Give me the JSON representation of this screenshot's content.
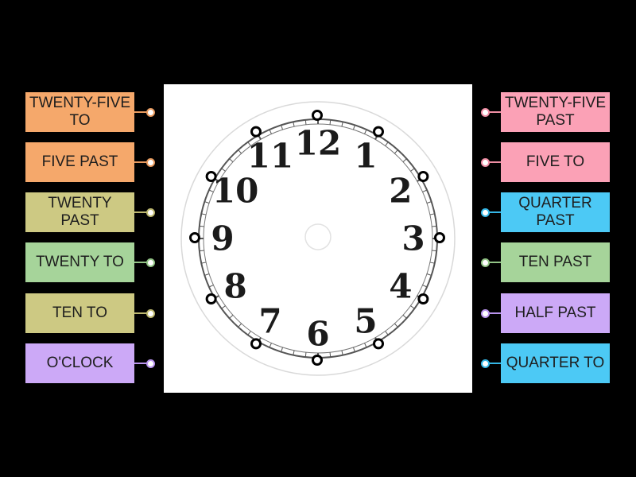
{
  "left_labels": [
    {
      "text": "TWENTY-FIVE TO",
      "color": "#f5a86b",
      "knob": "#e89a5e"
    },
    {
      "text": "FIVE PAST",
      "color": "#f5a86b",
      "knob": "#e89a5e"
    },
    {
      "text": "TWENTY PAST",
      "color": "#cdc983",
      "knob": "#bdb86f"
    },
    {
      "text": "TWENTY TO",
      "color": "#a6d49a",
      "knob": "#93c486"
    },
    {
      "text": "TEN TO",
      "color": "#cdc983",
      "knob": "#bdb86f"
    },
    {
      "text": "O'CLOCK",
      "color": "#cca9f7",
      "knob": "#b994ee"
    }
  ],
  "right_labels": [
    {
      "text": "TWENTY-FIVE PAST",
      "color": "#fba1b6",
      "knob": "#ef8ea4"
    },
    {
      "text": "FIVE TO",
      "color": "#fba1b6",
      "knob": "#ef8ea4"
    },
    {
      "text": "QUARTER PAST",
      "color": "#4cc9f5",
      "knob": "#35b7e6"
    },
    {
      "text": "TEN PAST",
      "color": "#a6d49a",
      "knob": "#93c486"
    },
    {
      "text": "HALF PAST",
      "color": "#cca9f7",
      "knob": "#b994ee"
    },
    {
      "text": "QUARTER TO",
      "color": "#4cc9f5",
      "knob": "#35b7e6"
    }
  ],
  "clock": {
    "numbers": [
      "12",
      "1",
      "2",
      "3",
      "4",
      "5",
      "6",
      "7",
      "8",
      "9",
      "10",
      "11"
    ]
  }
}
